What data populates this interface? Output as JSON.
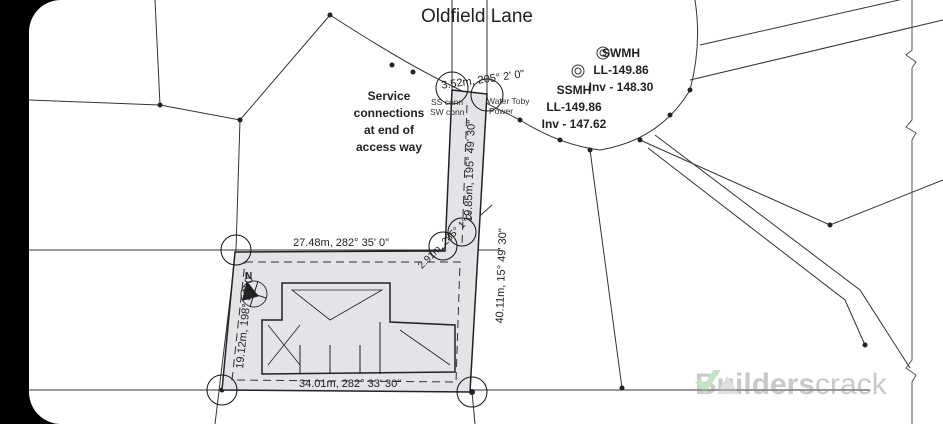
{
  "plan": {
    "street_name": "Oldfield Lane",
    "service_note": [
      "Service",
      "connections",
      "at end of",
      "access way"
    ],
    "manholes": [
      {
        "name": "SWMH",
        "ll": "LL-149.86",
        "inv": "Inv - 148.30"
      },
      {
        "name": "SSMH",
        "ll": "LL-149.86",
        "inv": "Inv - 147.62"
      }
    ],
    "connections": {
      "ss": "SS conn",
      "sw": "SW conn",
      "water": "Water Toby",
      "power": "Power"
    },
    "dimensions": {
      "top_access": "3.52m, 205° 2' 0\"",
      "access_side": "19.85m, 195° 49' 30\"",
      "north_boundary": "27.48m, 282° 35' 0\"",
      "corner": "2.91m, 285° 1' 0\"",
      "east_boundary": "40.11m, 15° 49' 30\"",
      "west_boundary": "19.12m, 198° 57' 0\"",
      "south_boundary": "34.01m, 282° 33' 30\""
    },
    "north_label": "N"
  },
  "watermark": {
    "part1": "Builders",
    "part2": "crack",
    "green": "#7dc383",
    "grey": "#8a8a8a"
  }
}
